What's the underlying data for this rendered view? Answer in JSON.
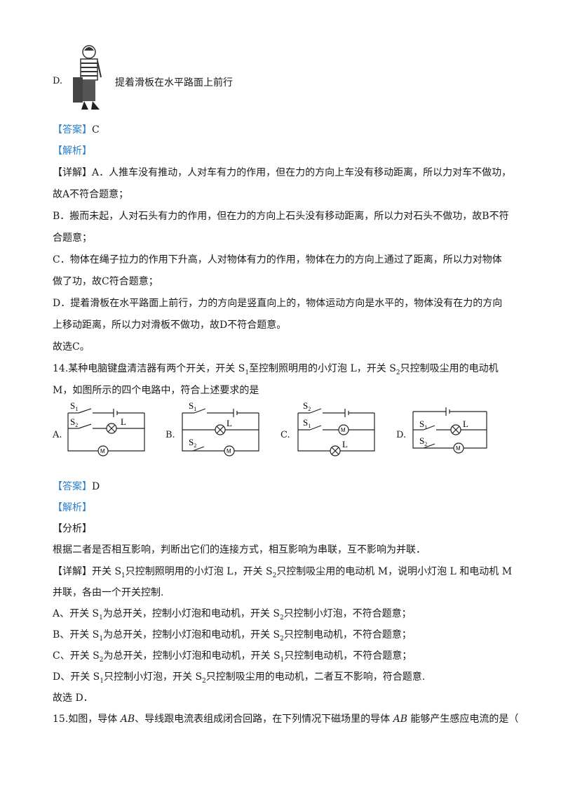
{
  "q13": {
    "option_d_label": "D.",
    "option_d_text": "提着滑板在水平路面上前行",
    "answer_tag": "【答案】",
    "answer": "C",
    "analysis_tag": "【解析】",
    "detail_tag": "【详解】",
    "lines": [
      "A．人推车没有推动，人对车有力的作用，但在力的方向上车没有移动距离，所以力对车不做功，",
      "故A不符合题意；",
      "B．搬而未起，人对石头有力的作用，但在力的方向上石头没有移动距离，所以力对石头不做功，故B不符",
      "合题意；",
      "C．物体在绳子拉力的作用下升高，人对物体有力的作用，物体在力的方向上通过了距离，所以力对物体",
      "做了功，故C符合题意；",
      "D．提着滑板在水平路面上前行，力的方向是竖直向上的，物体运动方向是水平的，物体没有在力的方向",
      "上移动距离，所以力对滑板不做功，故D不符合题意。"
    ],
    "conclusion": "故选C。"
  },
  "q14": {
    "stem_1a": "14.某种电脑键盘清洁器有两个开关，开关 S",
    "stem_1b": "至控制照明用的小灯泡 L，开关 S",
    "stem_1c": "只控制吸尘用的电动机",
    "stem_2": "M，如图所示的四个电路中，符合上述要求的是",
    "sub1": "1",
    "sub2": "2",
    "options": [
      "A.",
      "B.",
      "C.",
      "D."
    ],
    "circuit_labels": {
      "s": "S",
      "l": "L",
      "m": "M"
    },
    "answer_tag": "【答案】",
    "answer": "D",
    "analysis_tag": "【解析】",
    "fenxi_tag": "【分析】",
    "fenxi": "根据二者是否相互影响，判断出它们的连接方式，相互影响为串联，互不影响为并联．",
    "detail_tag": "【详解】",
    "detail_1a": "开关 S",
    "detail_1b": "只控制照明用的小灯泡 L，开关 S",
    "detail_1c": "只控制吸尘用的电动机 M，说明小灯泡 L 和电动机 M",
    "detail_2": "并联，各由一个开关控制.",
    "a_1": "A、开关 S",
    "a_2": "为总开关，控制小灯泡和电动机，开关 S",
    "a_3": "只控制小灯泡，不符合题意；",
    "b_1": "B、开关 S",
    "b_2": "为总开关，控制小灯泡和电动机，开关 S",
    "b_3": "只控制电动机，不符合题意；",
    "c_1": "C、开关 S",
    "c_2": "为总开关，控制小灯泡和电动机，开关 S",
    "c_3": "只控制电动机，不符合题意；",
    "d_1": "D、开关 S",
    "d_2": "只控制小灯泡，开关 S",
    "d_3": "只控制吸尘用的电动机，二者互不影响，符合题意.",
    "conclusion": "故选 D．"
  },
  "q15": {
    "stem_a": "15.如图，导体 ",
    "ab": "AB",
    "stem_b": "、导线跟电流表组成闭合回路，在下列情况下磁场里的导体 ",
    "stem_c": " 能够产生感应电流的是（"
  }
}
